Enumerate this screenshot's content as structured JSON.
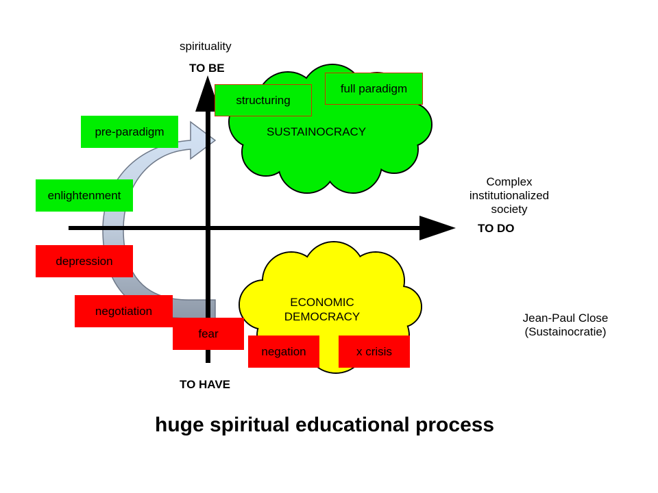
{
  "axes": {
    "top_small": "spirituality",
    "top": "TO BE",
    "bottom": "TO HAVE",
    "right_small_line1": "Complex",
    "right_small_line2": "institutionalized",
    "right_small_line3": "society",
    "right": "TO DO"
  },
  "clouds": {
    "sustainocracy": {
      "label": "SUSTAINOCRACY",
      "color": "#00ee00"
    },
    "economic_democracy": {
      "line1": "ECONOMIC",
      "line2": "DEMOCRACY",
      "color": "#ffff00"
    }
  },
  "green_stages": {
    "structuring": "structuring",
    "full_paradigm": "full paradigm",
    "pre_paradigm": "pre-paradigm",
    "enlightenment": "enlightenment"
  },
  "red_stages": {
    "depression": "depression",
    "negotiation": "negotiation",
    "fear": "fear",
    "negation": "negation",
    "x_crisis": "x  crisis"
  },
  "author": {
    "line1": "Jean-Paul Close",
    "line2": "(Sustainocratie)"
  },
  "title": "huge spiritual educational process",
  "colors": {
    "green": "#00ee00",
    "red": "#ff0000",
    "yellow": "#ffff00",
    "arrow_light": "#cfe0f3",
    "arrow_dark": "#9aa5b5"
  }
}
